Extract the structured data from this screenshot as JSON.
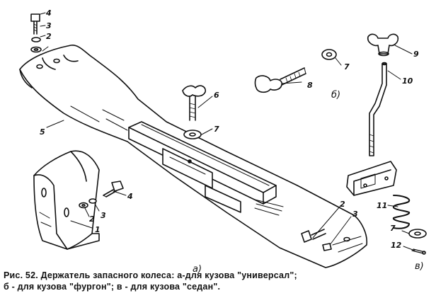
{
  "figure": {
    "caption_line1": "Рис. 52. Держатель запасного колеса: а-для кузова \"универсал\";",
    "caption_line2": "б - для кузова \"фургон\"; в - для кузова \"седан\".",
    "sub_labels": {
      "a": "а)",
      "b": "б)",
      "c": "в)"
    },
    "part_numbers": {
      "p1": "1",
      "p2a": "2",
      "p2b": "2",
      "p2c": "2",
      "p3a": "3",
      "p3b": "3",
      "p3c": "3",
      "p4a": "4",
      "p4b": "4",
      "p5": "5",
      "p6": "6",
      "p7a": "7",
      "p7b": "7",
      "p7c": "7",
      "p8": "8",
      "p9": "9",
      "p10": "10",
      "p11": "11",
      "p12": "12"
    }
  }
}
